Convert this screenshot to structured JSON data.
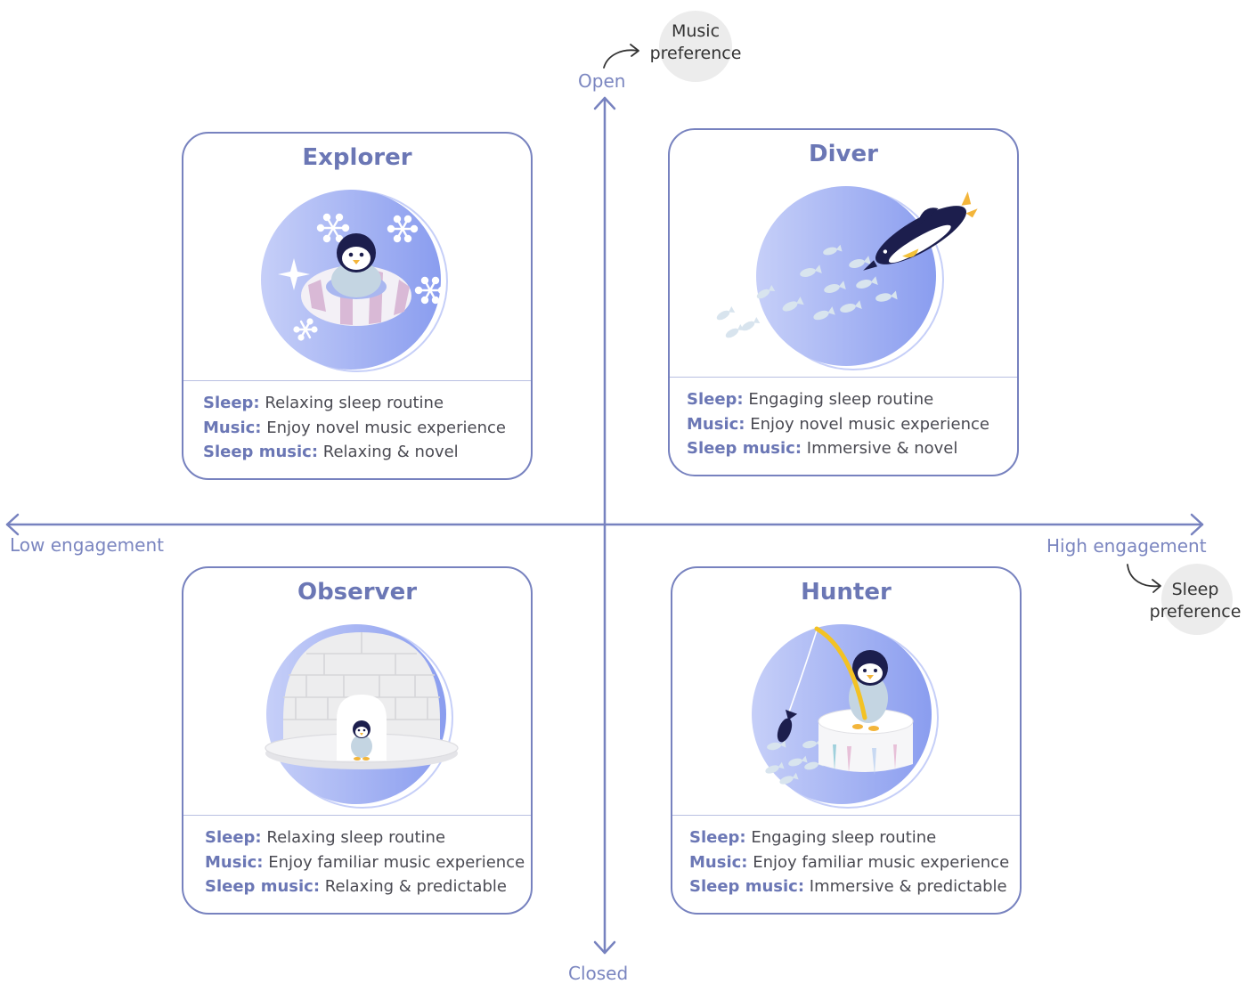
{
  "axes": {
    "y_top_label": "Open",
    "y_bottom_label": "Closed",
    "x_left_label": "Low engagement",
    "x_right_label": "High engagement",
    "y_axis_title_line1": "Music",
    "y_axis_title_line2": "preference",
    "x_axis_title_line1": "Sleep",
    "x_axis_title_line2": "preference"
  },
  "quadrants": {
    "explorer": {
      "title": "Explorer",
      "sleep_key": "Sleep:",
      "sleep_val": "Relaxing sleep routine",
      "music_key": "Music:",
      "music_val": "Enjoy novel music experience",
      "sleepmusic_key": "Sleep music:",
      "sleepmusic_val": "Relaxing & novel"
    },
    "diver": {
      "title": "Diver",
      "sleep_key": "Sleep:",
      "sleep_val": "Engaging sleep routine",
      "music_key": "Music:",
      "music_val": "Enjoy novel music experience",
      "sleepmusic_key": "Sleep music:",
      "sleepmusic_val": "Immersive & novel"
    },
    "observer": {
      "title": "Observer",
      "sleep_key": "Sleep:",
      "sleep_val": "Relaxing sleep routine",
      "music_key": "Music:",
      "music_val": "Enjoy familiar music experience",
      "sleepmusic_key": "Sleep music:",
      "sleepmusic_val": "Relaxing & predictable"
    },
    "hunter": {
      "title": "Hunter",
      "sleep_key": "Sleep:",
      "sleep_val": "Engaging sleep routine",
      "music_key": "Music:",
      "music_val": "Enjoy familiar music experience",
      "sleepmusic_key": "Sleep music:",
      "sleepmusic_val": "Immersive & predictable"
    }
  },
  "icons": {
    "explorer": "penguin-in-swim-ring-illustration",
    "diver": "diving-penguin-with-fish-illustration",
    "observer": "penguin-in-igloo-illustration",
    "hunter": "fishing-penguin-on-ice-illustration"
  },
  "colors": {
    "axis": "#7782bf",
    "title": "#6b77b5",
    "circle_light": "#c3ccf7",
    "circle_dark": "#8b9ef0",
    "bubble": "#ececec"
  }
}
